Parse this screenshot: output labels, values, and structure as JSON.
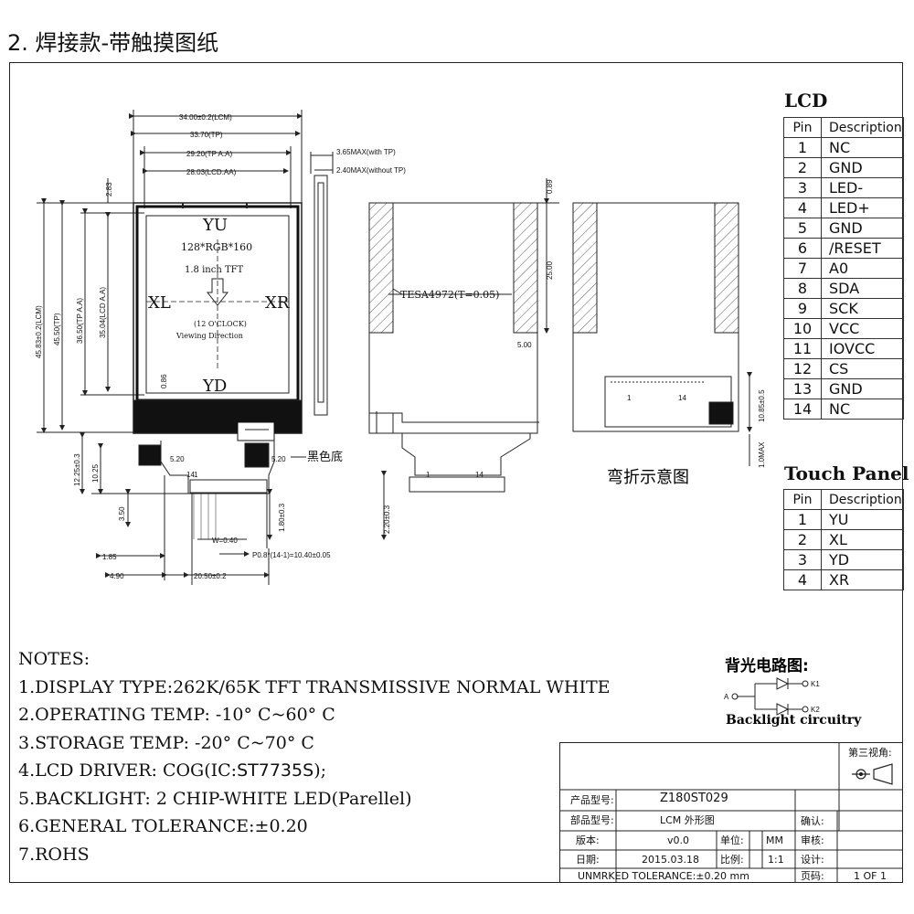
{
  "page_title": "2. 焊接款-带触摸图纸",
  "front_view": {
    "dims": {
      "lcm_width": "34.00±0.2(LCM)",
      "tp_width": "33.70(TP)",
      "tp_aa_width": "29.20(TP A.A)",
      "lcd_aa_width": "28.03(LCD.AA)",
      "top_offset": "2.83",
      "lcm_height": "45.83±0.2(LCM)",
      "tp_height": "45.50(TP)",
      "tp_aa_height": "36.50(TP A.A)",
      "lcd_aa_height": "35.04(LCD A.A)",
      "bottom_offset": "0.86",
      "fpc_left": "5.20",
      "fpc_right": "5.20",
      "h1": "12.25±0.3",
      "h2": "10.25",
      "h3": "3.50",
      "h4": "1.80±0.3",
      "w1": "1.85",
      "w2": "4.90",
      "w3": "20.50±0.2",
      "pin_w": "W=0.40",
      "pitch": "P0.8*(14-1)=10.40±0.05"
    },
    "labels": {
      "yu": "YU",
      "yd": "YD",
      "xl": "XL",
      "xr": "XR",
      "resolution": "128*RGB*160",
      "size": "1.8 inch  TFT",
      "clock": "(12 O'CLOCK)",
      "viewing": "Viewing Direction",
      "black_base": "黑色底",
      "pin1": "1",
      "pin14": "14"
    }
  },
  "side_view": {
    "max_with_tp": "3.65MAX(with TP)",
    "max_without_tp": "2.40MAX(without TP)"
  },
  "back_view": {
    "tape": "TESA4972(T=0.05)",
    "d1": "0.89",
    "d2": "25.00",
    "d3": "5.00",
    "d4": "2.20±0.3",
    "pin1": "1",
    "pin14": "14"
  },
  "bend_view": {
    "caption": "弯折示意图",
    "d1": "10.85±0.5",
    "d2": "1.0MAX",
    "pin1": "1",
    "pin14": "14"
  },
  "lcd_table": {
    "title": "LCD",
    "headers": [
      "Pin",
      "Description"
    ],
    "rows": [
      [
        "1",
        "NC"
      ],
      [
        "2",
        "GND"
      ],
      [
        "3",
        "LED-"
      ],
      [
        "4",
        "LED+"
      ],
      [
        "5",
        "GND"
      ],
      [
        "6",
        "/RESET"
      ],
      [
        "7",
        "A0"
      ],
      [
        "8",
        "SDA"
      ],
      [
        "9",
        "SCK"
      ],
      [
        "10",
        "VCC"
      ],
      [
        "11",
        "IOVCC"
      ],
      [
        "12",
        "CS"
      ],
      [
        "13",
        "GND"
      ],
      [
        "14",
        "NC"
      ]
    ]
  },
  "touch_table": {
    "title": "Touch Panel",
    "headers": [
      "Pin",
      "Description"
    ],
    "rows": [
      [
        "1",
        "YU"
      ],
      [
        "2",
        "XL"
      ],
      [
        "3",
        "YD"
      ],
      [
        "4",
        "XR"
      ]
    ]
  },
  "backlight": {
    "title": "背光电路图:",
    "subtitle": "Backlight circuitry",
    "a": "A",
    "k1": "K1",
    "k2": "K2"
  },
  "notes": {
    "heading": "NOTES:",
    "n1": "1.DISPLAY TYPE:262K/65K TFT TRANSMISSIVE NORMAL WHITE",
    "n2": "2.OPERATING TEMP: -10° C~60° C",
    "n3": "3.STORAGE TEMP: -20° C~70° C",
    "n4_pre": "4.LCD DRIVER: COG(IC:",
    "n4_ic": "ST7735S",
    "n4_post": ");",
    "n5": "5.BACKLIGHT: 2 CHIP-WHITE LED(Parellel)",
    "n6": "6.GENERAL TOLERANCE:±0.20",
    "n7": "7.ROHS"
  },
  "title_block": {
    "third_angle": "第三视角:",
    "product_model_label": "产品型号:",
    "product_model": "Z180ST029",
    "part_model_label": "部品型号:",
    "part_model": "LCM 外形图",
    "confirm_label": "确认:",
    "version_label": "版本:",
    "version": "v0.0",
    "unit_label": "单位:",
    "unit": "MM",
    "review_label": "审核:",
    "date_label": "日期:",
    "date": "2015.03.18",
    "scale_label": "比例:",
    "scale": "1:1",
    "design_label": "设计:",
    "tolerance": "UNMRKED TOLERANCE:±0.20 mm",
    "page_label": "页码:",
    "page": "1 OF 1"
  }
}
